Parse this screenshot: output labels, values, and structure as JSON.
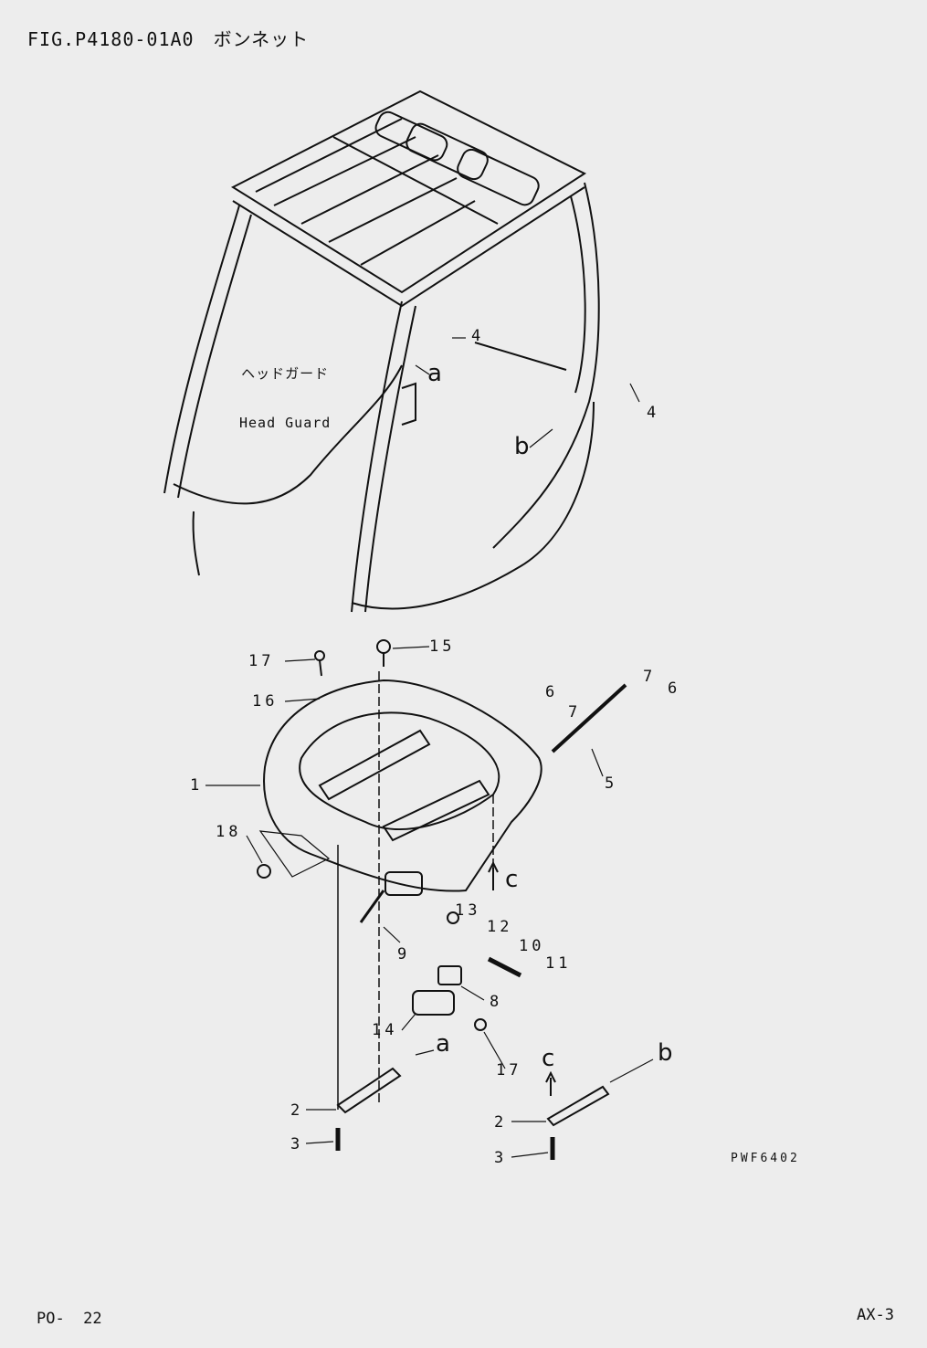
{
  "title": "FIG.P4180-01A0　ボンネット",
  "head_guard": {
    "ja": "ヘッドガード",
    "en": "Head Guard"
  },
  "callouts": {
    "c4a": "4",
    "ca1": "a",
    "c4b": "4",
    "cb1": "b",
    "c17a": "17",
    "c15": "15",
    "c16": "16",
    "c6a": "6",
    "c7a": "7",
    "c7b": "7",
    "c6b": "6",
    "c1": "1",
    "c5": "5",
    "c18": "18",
    "cc1": "c",
    "c13": "13",
    "c12": "12",
    "c10": "10",
    "c11": "11",
    "c9": "9",
    "c8": "8",
    "c14": "14",
    "ca2": "a",
    "c17b": "17",
    "cc2": "c",
    "cb2": "b",
    "c2a": "2",
    "c3a": "3",
    "c2b": "2",
    "c3b": "3"
  },
  "drawing_code": "PWF6402",
  "page_left": "PO-  22",
  "page_right": "AX-3"
}
